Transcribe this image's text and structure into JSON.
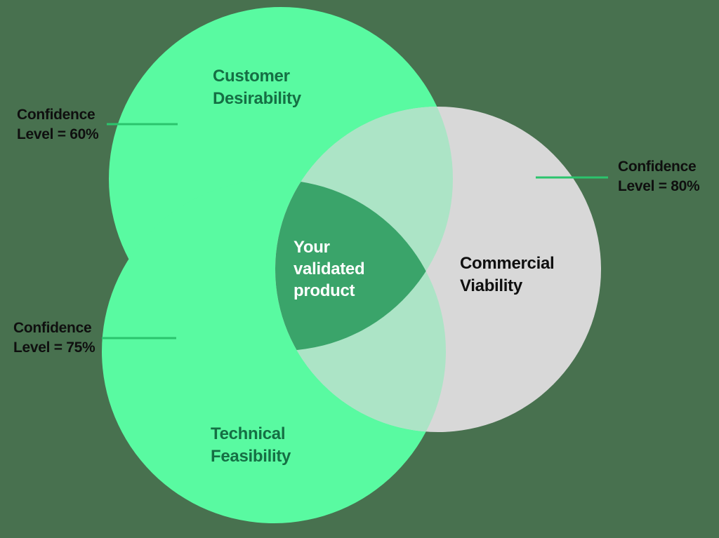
{
  "background_color": "#48714F",
  "diagram": {
    "type": "venn",
    "colors": {
      "circle_green": "#59FAA1",
      "circle_gray": "#D8D8D8",
      "overlap_light_green": "#ACE4C6",
      "center_green": "#3AA46A",
      "leader_line": "#2BC46D",
      "label_dark_green": "#156F44",
      "label_black": "#0F0F0F",
      "center_text": "#FFFFFF"
    },
    "circles": {
      "customer_desirability": {
        "label": "Customer\nDesirability",
        "confidence": "Confidence\nLevel = 60%"
      },
      "technical_feasibility": {
        "label": "Technical\nFeasibility",
        "confidence": "Confidence\nLevel = 75%"
      },
      "commercial_viability": {
        "label": "Commercial\nViability",
        "confidence": "Confidence\nLevel = 80%"
      }
    },
    "center": {
      "label": "Your\nvalidated\nproduct"
    }
  }
}
